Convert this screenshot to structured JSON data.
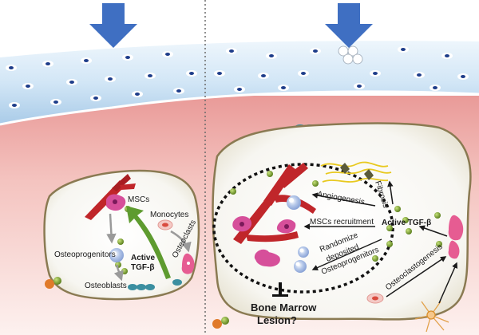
{
  "left_panel": {
    "labels": {
      "mscs": "MSCs",
      "monocytes": "Monocytes",
      "osteoclasts": "Osteoclasts",
      "osteoprogenitors": "Osteoprogenitors",
      "active_tgfb_line1": "Active",
      "active_tgfb_line2": "TGF-β",
      "osteoblasts": "Osteoblasts"
    }
  },
  "right_panel": {
    "labels": {
      "angiogenesis": "Angiogenesis",
      "fibrosis": "Fibrosis",
      "mscs_recruitment": "MSCs recruitment",
      "active_tgfb": "Active TGF-β",
      "randomize_line1": "Randomize",
      "randomize_line2": "deposited",
      "randomize_line3": "Osteoprogenitors",
      "osteoclastogenesis": "Osteoclastogenesis",
      "lesion_line1": "Bone Marrow",
      "lesion_line2": "Lesion?"
    }
  },
  "colors": {
    "arrow_blue": "#3f6fc2",
    "cartilage_light": "#e3f0fa",
    "cartilage_mid": "#bcd8ef",
    "bone_pink": "#f3b8b4",
    "marrow_border": "#8a7a52",
    "vessel_red": "#c0262a",
    "growth_factor_green": "#6f9a2a",
    "green_arrow": "#5e9b2f",
    "fibrosis_yellow": "#e8c91f"
  }
}
